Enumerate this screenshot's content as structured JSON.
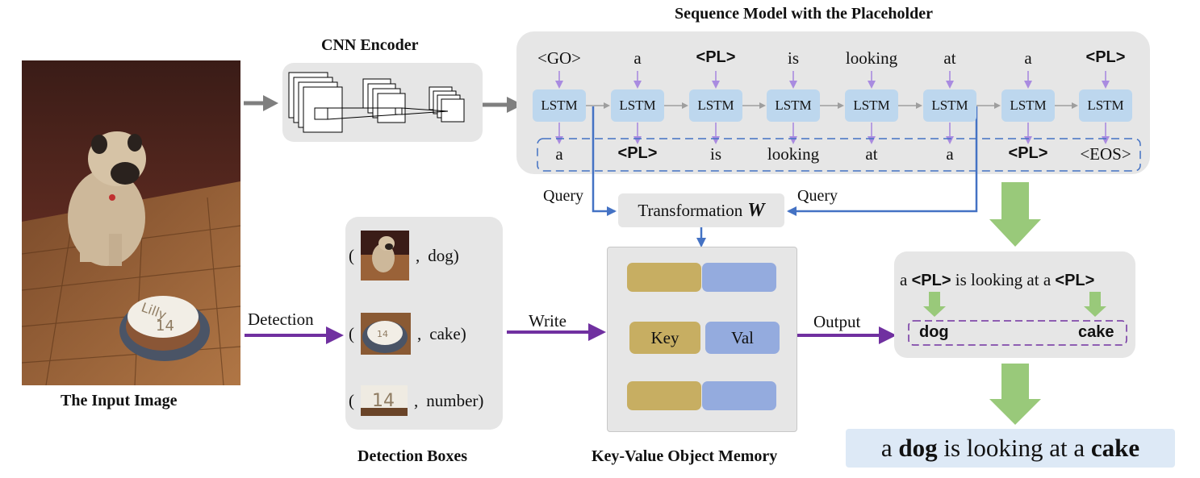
{
  "titles": {
    "cnn": "CNN Encoder",
    "seq": "Sequence Model with the Placeholder",
    "input": "The Input Image",
    "detection_boxes": "Detection Boxes",
    "memory": "Key-Value Object Memory"
  },
  "sequence": {
    "cell_label": "LSTM",
    "inputs": [
      "<GO>",
      "a",
      "<PL>",
      "is",
      "looking",
      "at",
      "a",
      "<PL>"
    ],
    "outputs": [
      "a",
      "<PL>",
      "is",
      "looking",
      "at",
      "a",
      "<PL>",
      "<EOS>"
    ]
  },
  "arrows": {
    "query_left": "Query",
    "query_right": "Query",
    "detection": "Detection",
    "write": "Write",
    "output": "Output"
  },
  "transformation": {
    "label": "Transformation",
    "symbol": "W"
  },
  "detections": [
    {
      "label": "dog"
    },
    {
      "label": "cake"
    },
    {
      "label": "number"
    }
  ],
  "memory": {
    "key": "Key",
    "val": "Val"
  },
  "output_panel": {
    "sentence_parts": [
      "a",
      "<PL>",
      "is looking at a",
      "<PL>"
    ],
    "fills": [
      "dog",
      "cake"
    ]
  },
  "final": {
    "parts": [
      "a",
      "dog",
      "is looking at a",
      "cake"
    ]
  },
  "colors": {
    "lstm": "#bdd7ee",
    "panel": "#e6e6e6",
    "key": "#c7ae62",
    "val": "#94abde",
    "purple_arrow": "#7030a0",
    "blue_arrow": "#4472c4",
    "green_arrow": "#99c97a",
    "final_bg": "#dde9f6"
  }
}
